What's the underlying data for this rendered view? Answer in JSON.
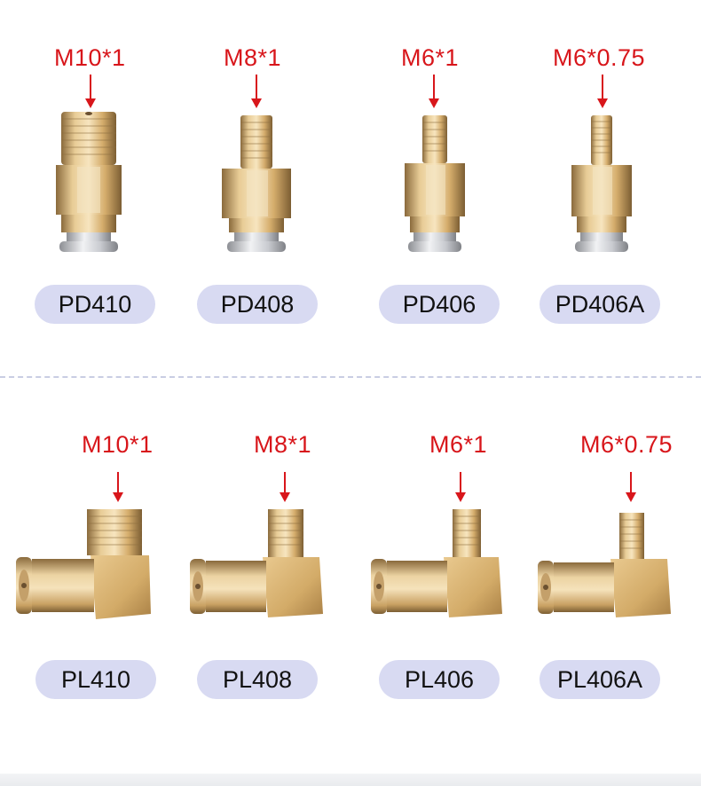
{
  "straight_fittings": [
    {
      "thread": "M10*1",
      "model": "PD410"
    },
    {
      "thread": "M8*1",
      "model": "PD408"
    },
    {
      "thread": "M6*1",
      "model": "PD406"
    },
    {
      "thread": "M6*0.75",
      "model": "PD406A"
    }
  ],
  "elbow_fittings": [
    {
      "thread": "M10*1",
      "model": "PL410"
    },
    {
      "thread": "M8*1",
      "model": "PL408"
    },
    {
      "thread": "M6*1",
      "model": "PL406"
    },
    {
      "thread": "M6*0.75",
      "model": "PL406A"
    }
  ],
  "colors": {
    "label_red": "#d8161b",
    "pill_bg": "#d8daf2",
    "brass": "#d9b378",
    "divider": "#c9cde3"
  }
}
